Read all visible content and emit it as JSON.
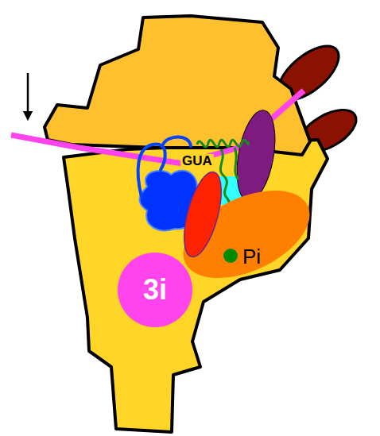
{
  "diagram": {
    "nodes": [
      {
        "text": [
          "Pi"
        ]
      },
      {
        "text": [
          "3i"
        ]
      }
    ],
    "labels": [
      "GUA"
    ]
  }
}
